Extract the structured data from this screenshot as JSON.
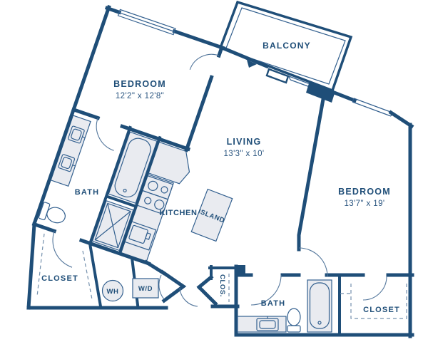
{
  "colors": {
    "wall": "#1f4e78",
    "fixture_fill": "#e9ebf0",
    "dashed_line": "#7490ad",
    "background": "#ffffff"
  },
  "rooms": {
    "bedroom_1": {
      "label": "BEDROOM",
      "dimensions": "12'2\" x 12'8\""
    },
    "living": {
      "label": "LIVING",
      "dimensions": "13'3\" x 10'"
    },
    "bedroom_2": {
      "label": "BEDROOM",
      "dimensions": "13'7\" x 19'"
    },
    "balcony": {
      "label": "BALCONY"
    },
    "bath_1": {
      "label": "BATH"
    },
    "bath_2": {
      "label": "BATH"
    },
    "kitchen": {
      "label": "KITCHEN"
    },
    "island": {
      "label": "ISLAND"
    },
    "closet_1": {
      "label": "CLOSET"
    },
    "closet_2": {
      "label": "CLOSET"
    },
    "hall_closet": {
      "label": "CLOS."
    },
    "water_heater": {
      "label": "WH"
    },
    "washer_dryer": {
      "label": "W/D"
    }
  }
}
